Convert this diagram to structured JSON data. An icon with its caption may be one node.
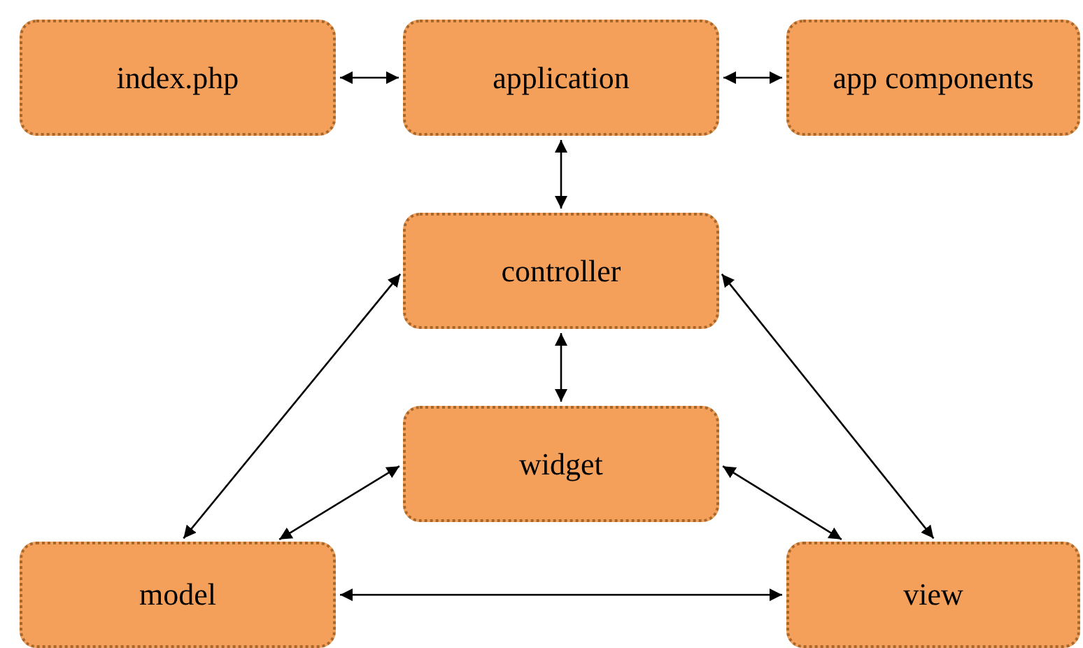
{
  "diagram": {
    "nodes": [
      {
        "text": [
          "index.php"
        ]
      },
      {
        "text": [
          "application"
        ]
      },
      {
        "text": [
          "app components"
        ]
      },
      {
        "text": [
          "controller"
        ]
      },
      {
        "text": [
          "widget"
        ]
      },
      {
        "text": [
          "model"
        ]
      },
      {
        "text": [
          "view"
        ]
      }
    ],
    "edges": [
      {
        "from": 0,
        "to": 1,
        "arrow": "both"
      },
      {
        "from": 1,
        "to": 2,
        "arrow": "both"
      },
      {
        "from": 1,
        "to": 3,
        "arrow": "both"
      },
      {
        "from": 3,
        "to": 4,
        "arrow": "both"
      },
      {
        "from": 3,
        "to": 5,
        "arrow": "both"
      },
      {
        "from": 4,
        "to": 5,
        "arrow": "both"
      },
      {
        "from": 3,
        "to": 6,
        "arrow": "both"
      },
      {
        "from": 4,
        "to": 6,
        "arrow": "both"
      },
      {
        "from": 5,
        "to": 6,
        "arrow": "both"
      }
    ]
  }
}
